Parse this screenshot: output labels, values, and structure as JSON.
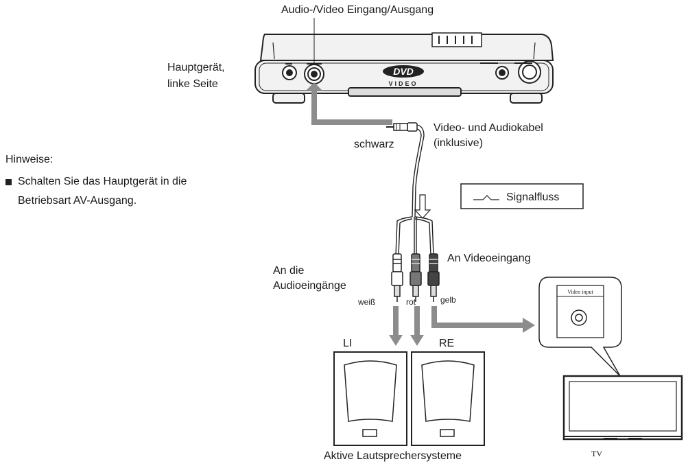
{
  "header": {
    "title": "Audio-/Video Eingang/Ausgang"
  },
  "main_unit": {
    "label_line1": "Hauptgerät,",
    "label_line2": "linke Seite",
    "dvd_logo": "DVD",
    "video_logo": "VIDEO"
  },
  "cable": {
    "plug_color": "schwarz",
    "label_line1": "Video- und Audiokabel",
    "label_line2": "(inklusive)"
  },
  "notes": {
    "heading": "Hinweise:",
    "bullet_line1": "Schalten Sie das Hauptgerät in die",
    "bullet_line2": "Betriebsart AV-Ausgang."
  },
  "legend": {
    "signal_flow": "Signalfluss",
    "icon": "signal-flow-arrow-icon"
  },
  "connectors": {
    "audio_label_line1": "An die",
    "audio_label_line2": "Audioeingänge",
    "video_label": "An Videoeingang",
    "white": "weiß",
    "red": "rot",
    "yellow": "gelb"
  },
  "speakers": {
    "left": "LI",
    "right": "RE",
    "caption": "Aktive Lautsprechersysteme"
  },
  "tv": {
    "video_input_label": "Video input",
    "caption": "TV"
  },
  "colors": {
    "line": "#222222",
    "arrow_fill": "#8c8c8c",
    "device_fill": "#f2f2f2"
  }
}
